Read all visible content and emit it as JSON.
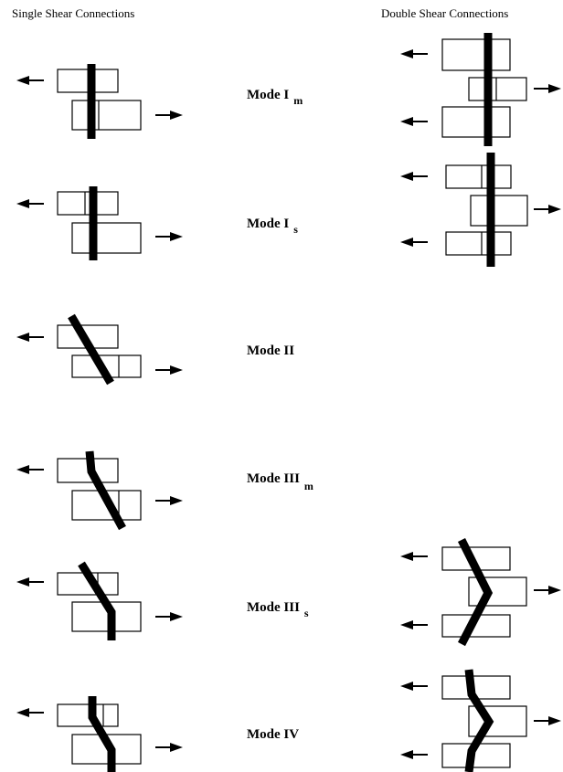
{
  "headers": {
    "single": "Single Shear Connections",
    "double": "Double Shear Connections"
  },
  "modes": [
    {
      "label": "Mode I",
      "sub": "m"
    },
    {
      "label": "Mode I",
      "sub": "s"
    },
    {
      "label": "Mode II",
      "sub": ""
    },
    {
      "label": "Mode III",
      "sub": "m"
    },
    {
      "label": "Mode III",
      "sub": "s"
    },
    {
      "label": "Mode IV",
      "sub": ""
    }
  ],
  "colors": {
    "ink": "#000000",
    "background": "#ffffff"
  }
}
